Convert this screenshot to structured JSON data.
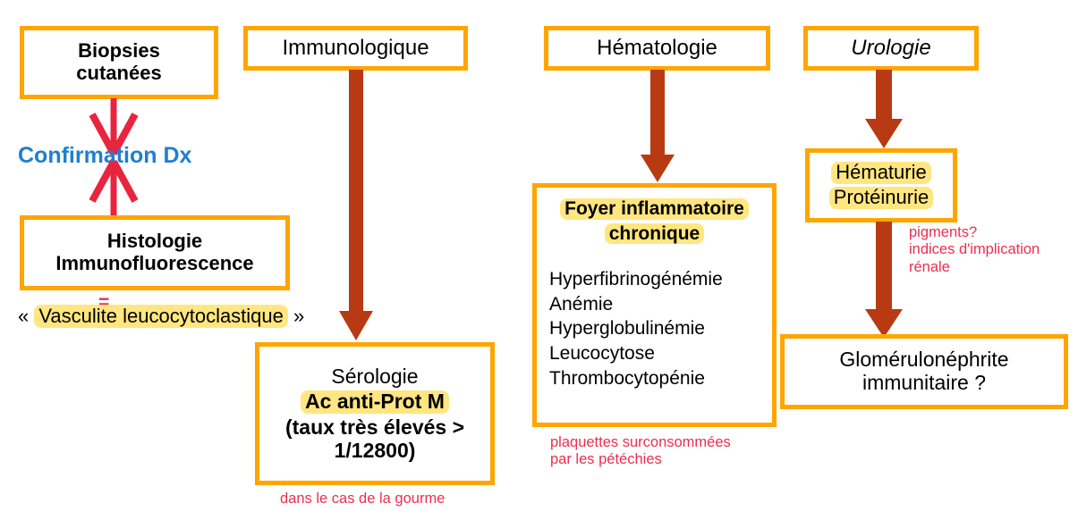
{
  "colors": {
    "box_border": "#FFA500",
    "highlight": "#FFE680",
    "red_arrow": "#E8243F",
    "brick_arrow": "#B83A12",
    "blue_text": "#1F7FD0",
    "red_note": "#ED2E4F",
    "text": "#000000",
    "background": "#FFFFFF"
  },
  "columns": {
    "dermatology": {
      "biopsies_box": {
        "line1": "Biopsies",
        "line2": "cutanées"
      },
      "confirmation_label": "Confirmation Dx",
      "histology_box": {
        "line1": "Histologie",
        "line2": "Immunofluorescence"
      },
      "equals_sign": "=",
      "vasculitis_note": {
        "open_quote": "«",
        "highlighted": "Vasculite leucocytoclastique",
        "close_quote": "»"
      }
    },
    "immunology": {
      "header_box": "Immunologique",
      "serology_box": {
        "line1": "Sérologie",
        "line2_highlighted": "Ac anti-Prot M",
        "line3": "(taux très élevés  >",
        "line4": "1/12800)"
      },
      "footnote": "dans le cas de la gourme"
    },
    "hematology": {
      "header_box": "Hématologie",
      "findings_box": {
        "title_line1": "Foyer inflammatoire",
        "title_line2": "chronique",
        "items": [
          "Hyperfibrinogénémie",
          "Anémie",
          "Hyperglobulinémie",
          "Leucocytose",
          "Thrombocytopénie"
        ]
      },
      "footnote_line1": "plaquettes surconsommées",
      "footnote_line2": "par les pétéchies"
    },
    "urology": {
      "header_box": "Urologie",
      "findings_box": {
        "line1_highlighted": "Hématurie",
        "line2_highlighted": "Protéinurie"
      },
      "side_note_line1": "pigments?",
      "side_note_line2": "indices d'implication",
      "side_note_line3": "rénale",
      "conclusion_box": {
        "line1": "Glomérulonéphrite",
        "line2": "immunitaire ?"
      }
    }
  }
}
